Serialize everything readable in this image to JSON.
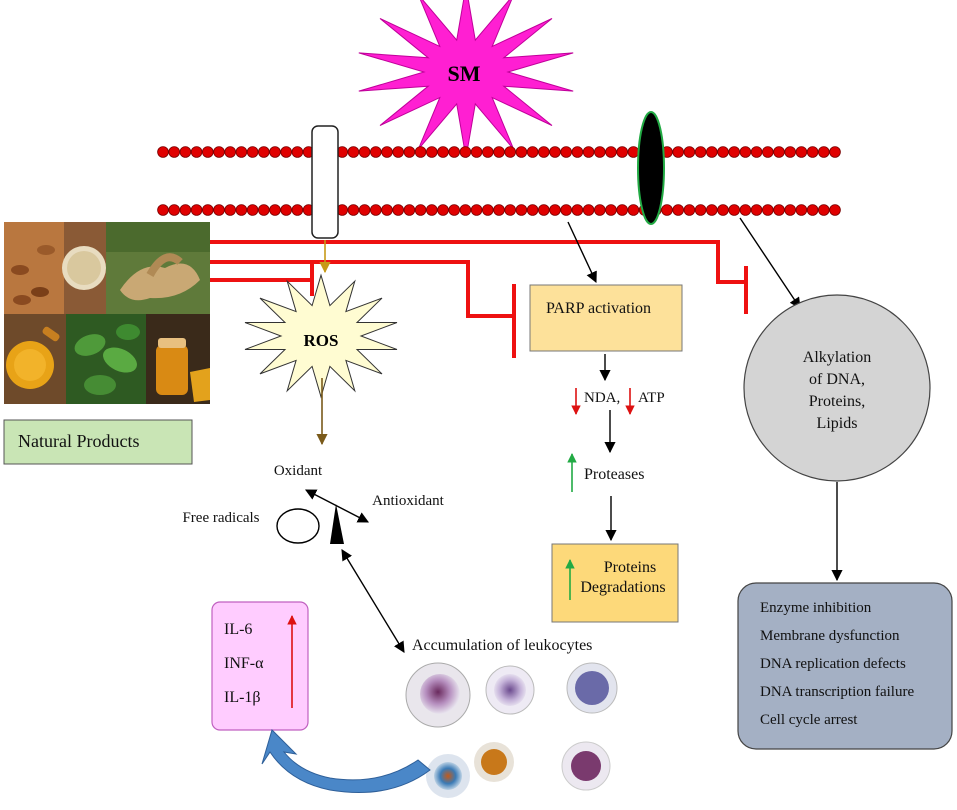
{
  "trigger": {
    "label": "SM"
  },
  "ros": {
    "label": "ROS"
  },
  "natural_products": {
    "label": "Natural Products"
  },
  "balance": {
    "oxidant": "Oxidant",
    "antioxidant": "Antioxidant",
    "free_radicals": "Free radicals"
  },
  "parp_pathway": {
    "parp_box": "PARP activation",
    "nda": "NDA,",
    "atp": "ATP",
    "proteases": "Proteases",
    "protein_line1": "Proteins",
    "protein_line2": "Degradations"
  },
  "alkylation": {
    "line1": "Alkylation",
    "line2": "of DNA,",
    "line3": "Proteins,",
    "line4": "Lipids"
  },
  "effects": {
    "items": [
      "Enzyme inhibition",
      "Membrane dysfunction",
      "DNA replication defects",
      "DNA transcription failure",
      "Cell cycle arrest"
    ]
  },
  "cytokines": {
    "items": [
      "IL-6",
      "INF-α",
      "IL-1β"
    ]
  },
  "leukocytes": {
    "label": "Accumulation of leukocytes"
  },
  "colors": {
    "starburst": "#ff1fd2",
    "ros_star": "#fffcd2",
    "membrane": "#e00000",
    "inhibitor": "#ee1111",
    "parp_fill": "#fde19a",
    "natural_fill": "#c9e5b5",
    "alkylation_fill": "#d4d4d4",
    "effects_fill": "#a4b0c4",
    "cytokine_fill": "#ffccff",
    "up_green": "#22aa44",
    "down_red": "#dd1111",
    "curved_arrow": "#4a87c8"
  }
}
